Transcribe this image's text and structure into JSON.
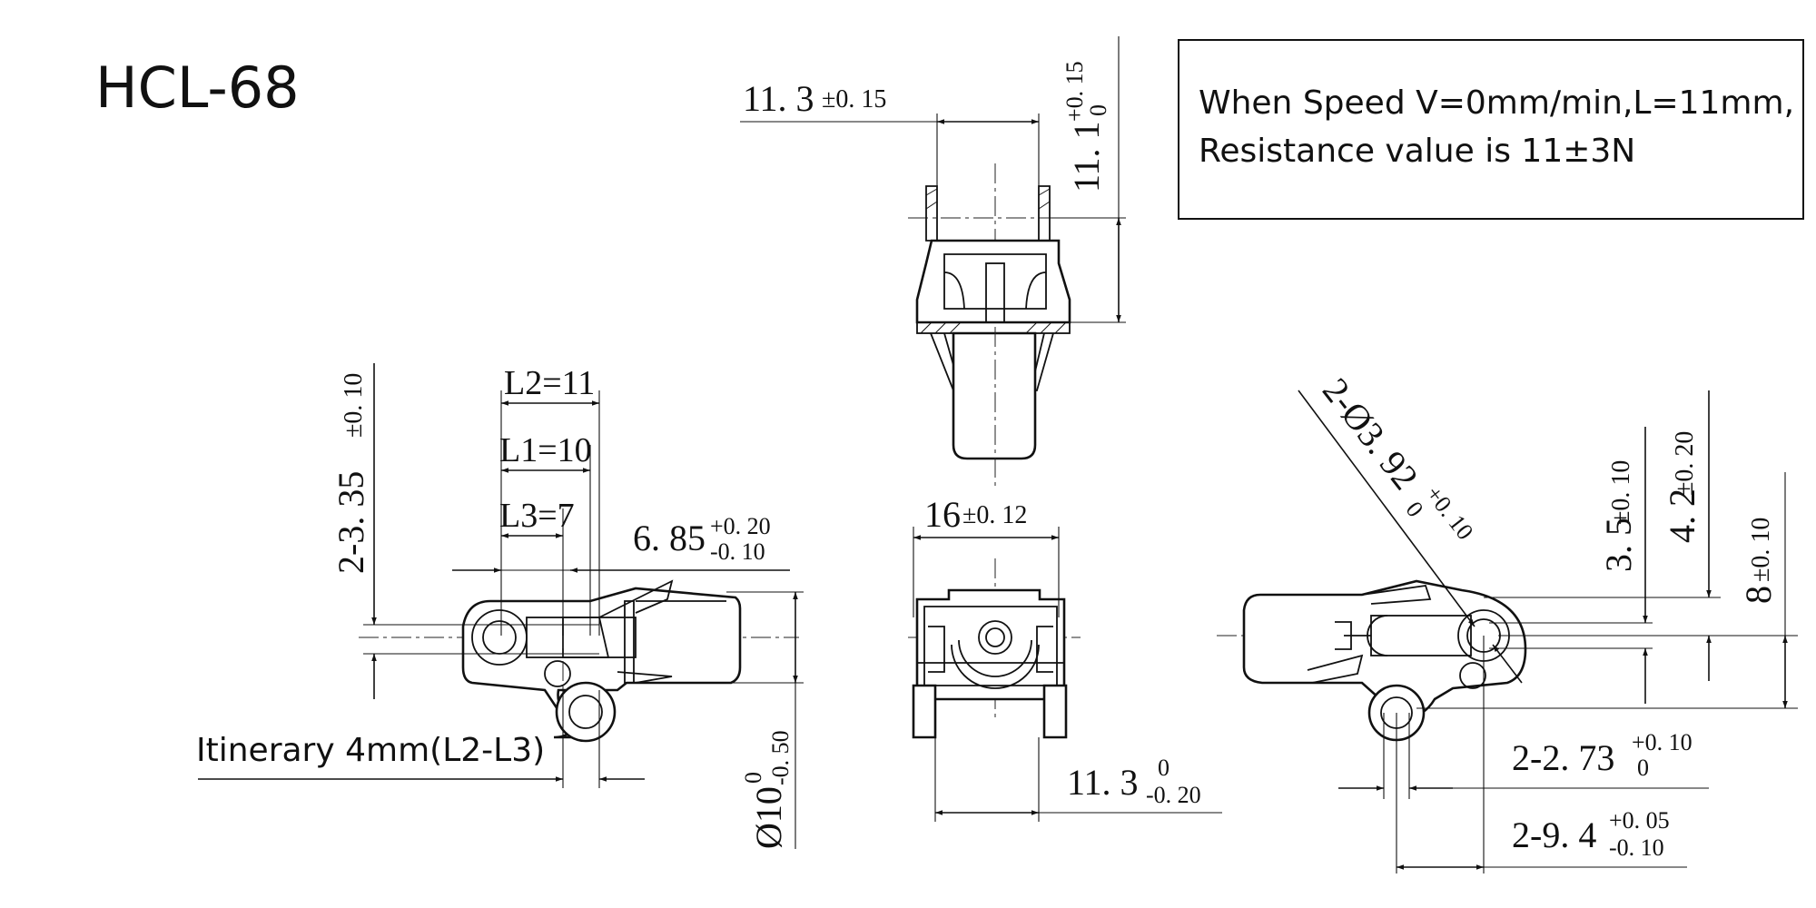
{
  "title": "HCL-68",
  "note": {
    "line1": "When Speed V=0mm/min,L=11mm,",
    "line2": "Resistance value is 11±3N"
  },
  "itinerary": "Itinerary 4mm(L2-L3)",
  "dims": {
    "top_width_main": "11. 3",
    "top_width_tol": "±0. 15",
    "top_height_main": "11. 1",
    "top_height_tol_up": "+0. 15",
    "top_height_tol_low": "0",
    "front_width_main": "16",
    "front_width_tol": "±0. 12",
    "front_bottom_main": "11. 3",
    "front_bottom_tol_up": "0",
    "front_bottom_tol_low": "-0. 20",
    "left_l2": "L2=11",
    "left_l1": "L1=10",
    "left_l3": "L3=7",
    "left_hole_main": "2-3. 35",
    "left_hole_tol": "±0. 10",
    "left_width_main": "6. 85",
    "left_width_tol_up": "+0. 20",
    "left_width_tol_low": "-0. 10",
    "left_dia_main": "Ø10",
    "left_dia_tol_up": "0",
    "left_dia_tol_low": "-0. 50",
    "right_hole_main": "2-Ø3. 92",
    "right_hole_tol_up": "+0. 10",
    "right_hole_tol_low": "0",
    "right_h1_main": "3. 5",
    "right_h1_tol": "±0. 10",
    "right_h2_main": "4. 2",
    "right_h2_tol": "±0. 20",
    "right_h3_main": "8",
    "right_h3_tol": "±0. 10",
    "right_w1_main": "2-2. 73",
    "right_w1_tol_up": "+0. 10",
    "right_w1_tol_low": "0",
    "right_w2_main": "2-9. 4",
    "right_w2_tol_up": "+0. 05",
    "right_w2_tol_low": "-0. 10"
  }
}
